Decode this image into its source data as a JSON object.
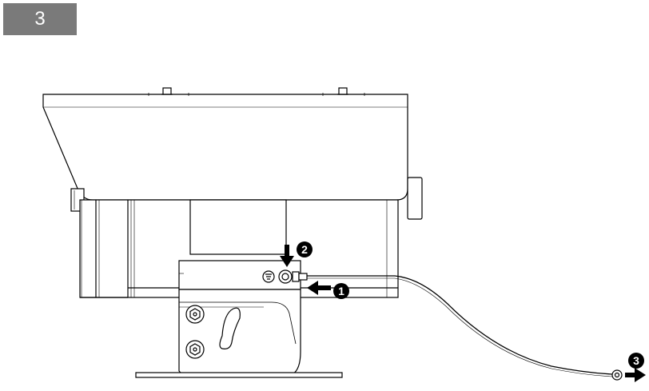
{
  "step": {
    "number": "3"
  },
  "callouts": [
    {
      "number": "1",
      "meaning": "attach-ground-terminal"
    },
    {
      "number": "2",
      "meaning": "tighten-screw"
    },
    {
      "number": "3",
      "meaning": "pull-ground-wire"
    }
  ],
  "colors": {
    "badge": "#7a7a7a",
    "line": "#000000",
    "callout": "#000000"
  },
  "icons": [
    "step-badge",
    "arrow-down-icon",
    "arrow-left-icon",
    "arrow-right-icon",
    "hex-bolt-icon",
    "ring-terminal-icon"
  ]
}
